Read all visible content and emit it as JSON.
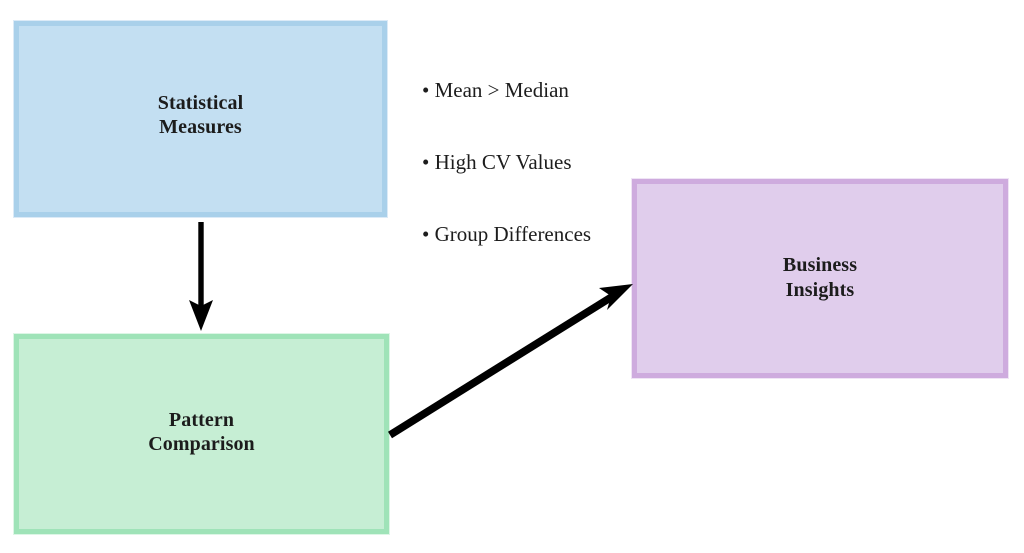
{
  "diagram": {
    "type": "flowchart",
    "background_color": "#ffffff",
    "nodes": [
      {
        "id": "statistical-measures",
        "label": "Statistical\nMeasures",
        "fill_color": "#c3dff2",
        "border_color": "#a9d0ea"
      },
      {
        "id": "pattern-comparison",
        "label": "Pattern\nComparison",
        "fill_color": "#c6eed4",
        "border_color": "#9fe3b8"
      },
      {
        "id": "business-insights",
        "label": "Business\nInsights",
        "fill_color": "#e0cdec",
        "border_color": "#ceabde"
      }
    ],
    "annotations": {
      "bullets": [
        "• Mean > Median",
        "• High CV Values",
        "• Group Differences"
      ]
    },
    "arrows": [
      {
        "id": "arrow-statistical-to-pattern",
        "from": "statistical-measures",
        "to": "pattern-comparison",
        "direction": "down",
        "color": "#000000"
      },
      {
        "id": "arrow-pattern-to-insights",
        "from": "pattern-comparison",
        "to": "business-insights",
        "direction": "up-right",
        "color": "#000000"
      }
    ]
  }
}
